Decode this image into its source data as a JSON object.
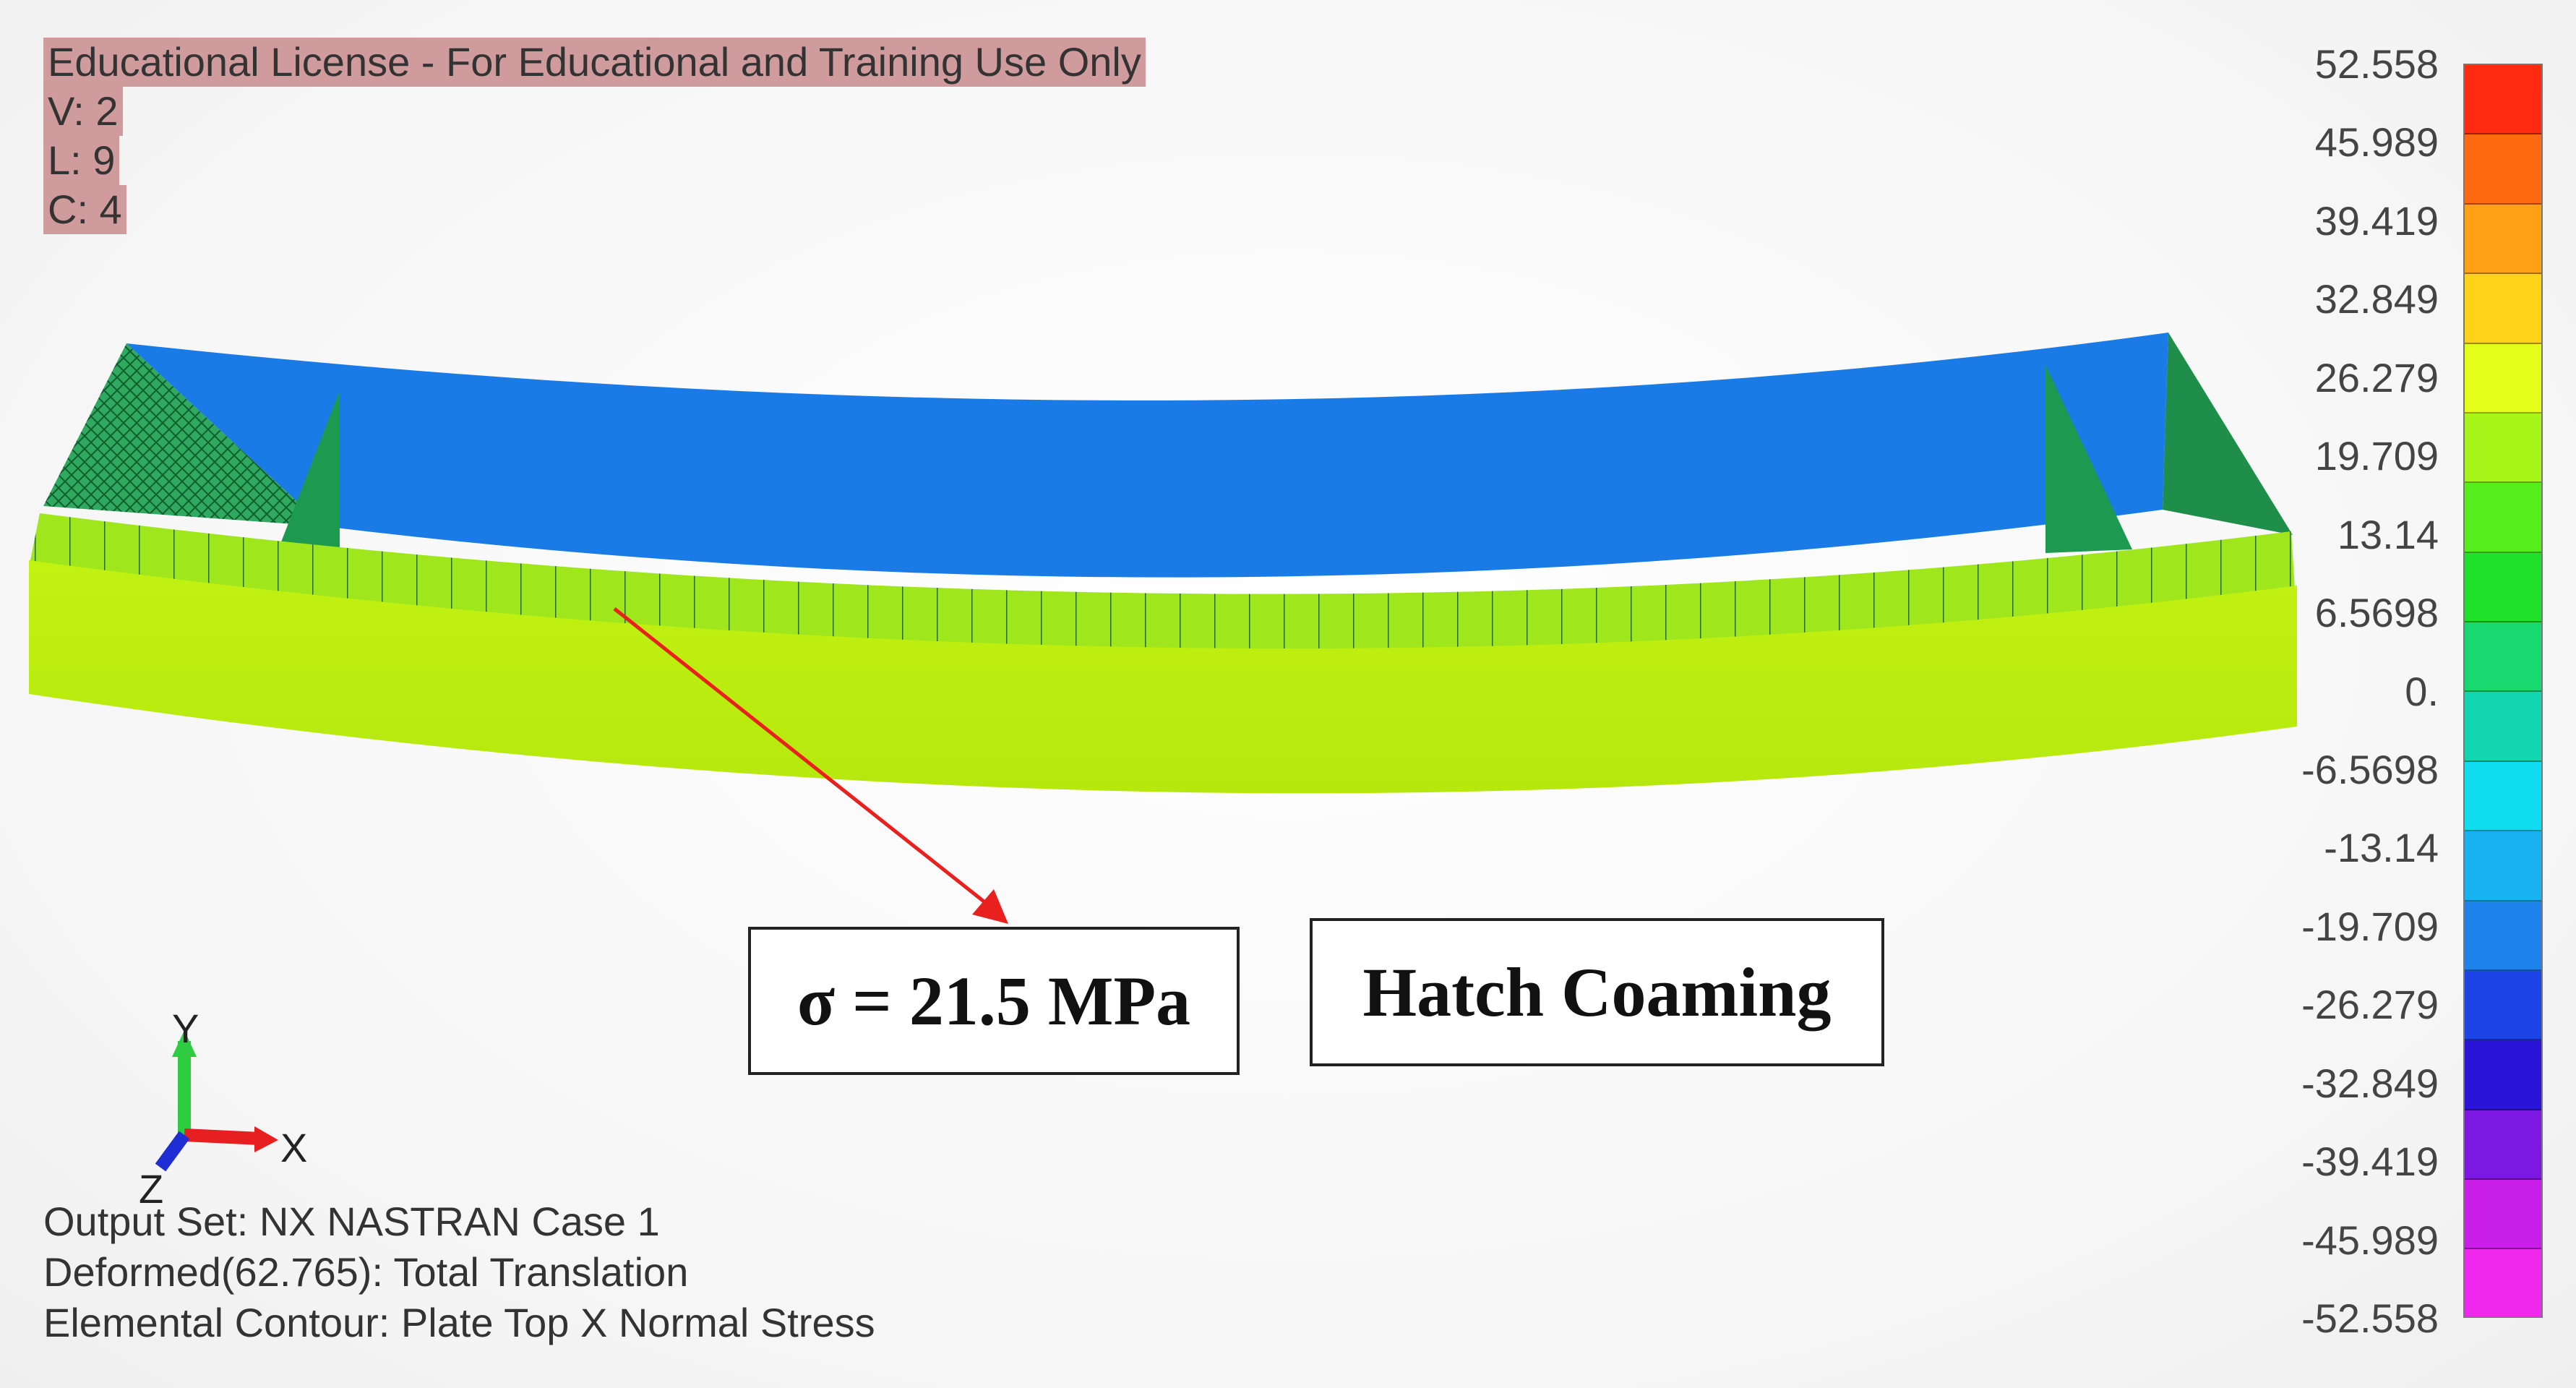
{
  "license": {
    "line1": "Educational License - For Educational and Training Use Only",
    "line2": "V: 2",
    "line3": "L: 9",
    "line4": "C: 4"
  },
  "info": {
    "output_set": "Output Set: NX NASTRAN Case 1",
    "deformed": "Deformed(62.765): Total Translation",
    "contour": "Elemental Contour: Plate Top X Normal Stress"
  },
  "callouts": {
    "stress": "σ = 21.5 MPa",
    "label": "Hatch Coaming"
  },
  "axes": {
    "x": "X",
    "y": "Y",
    "z": "Z"
  },
  "legend": {
    "values": [
      "52.558",
      "45.989",
      "39.419",
      "32.849",
      "26.279",
      "19.709",
      "13.14",
      "6.5698",
      "0.",
      "-6.5698",
      "-13.14",
      "-19.709",
      "-26.279",
      "-32.849",
      "-39.419",
      "-45.989",
      "-52.558"
    ],
    "colors": [
      "#ff2a10",
      "#ff6a10",
      "#ffa015",
      "#ffd21a",
      "#e6ff1a",
      "#a8f51a",
      "#55ee1c",
      "#1fe02a",
      "#18d870",
      "#12d6b0",
      "#10dcf0",
      "#18b2f0",
      "#1e82ec",
      "#1c44e6",
      "#2a14d8",
      "#7c18e2",
      "#c81ee8",
      "#f028ee"
    ]
  },
  "colors": {
    "flange_blue": "#1a7ae6",
    "web_green_yellow": "#c7f211",
    "stiffener_green": "#1e9a50",
    "arrow_red": "#e8201e",
    "license_bg": "#cf9b9d"
  }
}
